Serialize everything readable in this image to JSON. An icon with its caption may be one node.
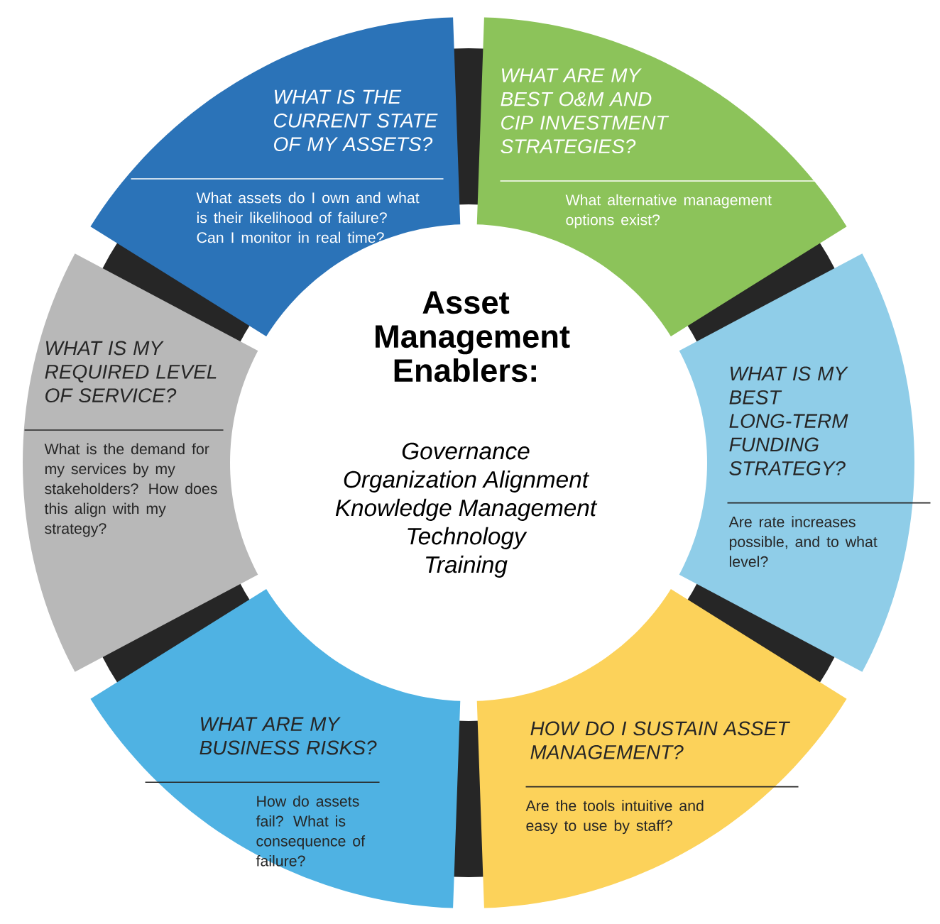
{
  "diagram": {
    "nodes": [
      {
        "text": [
          "Asset Management Enablers:",
          "Governance",
          "Organization Alignment",
          "Knowledge Management",
          "Technology",
          "Training"
        ]
      },
      {
        "text": [
          "WHAT IS THE CURRENT STATE OF MY ASSETS?",
          "What assets do I own and what is their likelihood of failure? Can I monitor in real time?"
        ]
      },
      {
        "text": [
          "WHAT ARE MY BEST O&M AND CIP INVESTMENT STRATEGIES?",
          "What alternative management options exist?"
        ]
      },
      {
        "text": [
          "WHAT IS MY BEST LONG-TERM FUNDING STRATEGY?",
          "Are rate increases possible, and to what level?"
        ]
      },
      {
        "text": [
          "HOW DO I SUSTAIN ASSET MANAGEMENT?",
          "Are the tools intuitive and easy to use by staff?"
        ]
      },
      {
        "text": [
          "WHAT ARE MY BUSINESS RISKS?",
          "How do assets fail? What is consequence of failure?"
        ]
      },
      {
        "text": [
          "WHAT IS MY REQUIRED LEVEL OF SERVICE?",
          "What is the demand for my services by my stakeholders? How does this align with my strategy?"
        ]
      }
    ]
  }
}
